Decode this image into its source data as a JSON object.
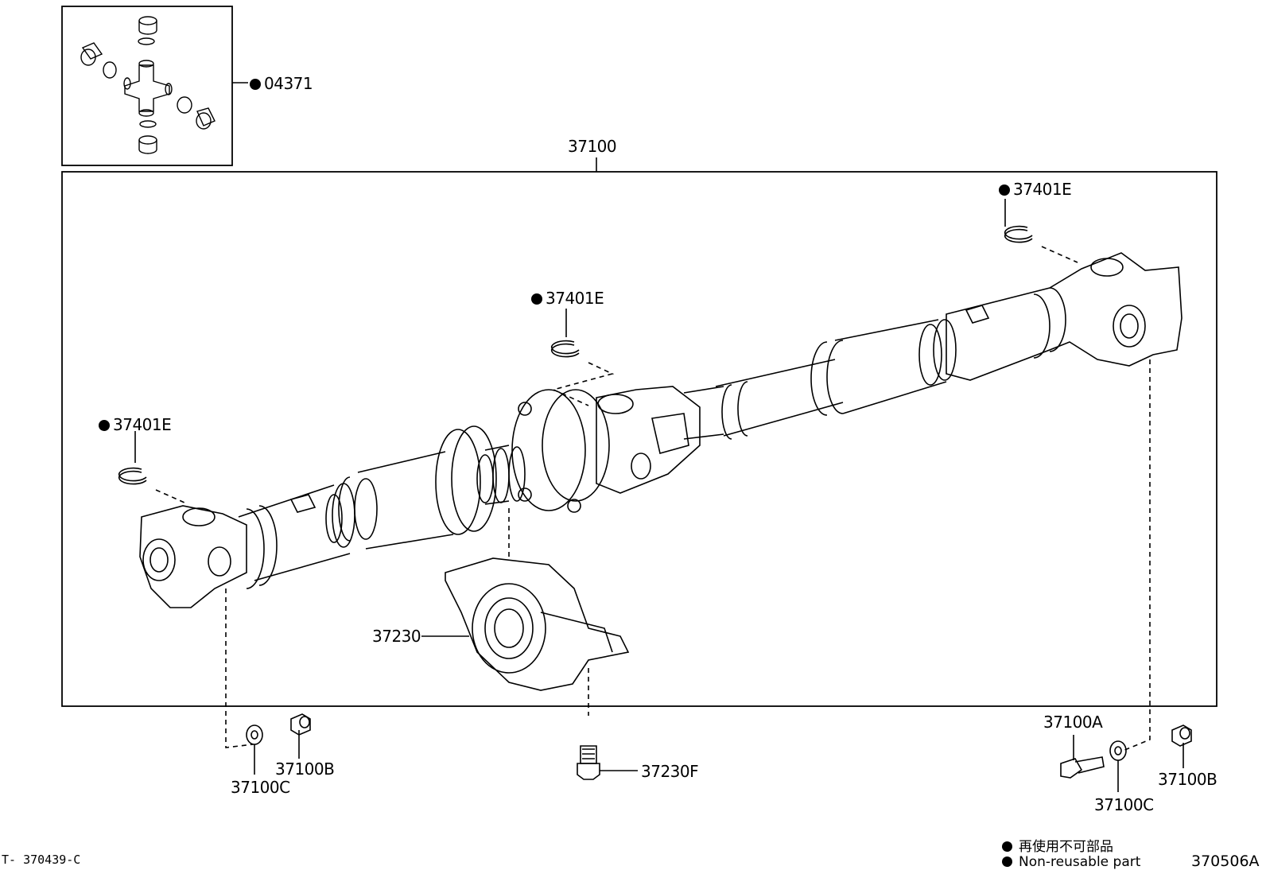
{
  "labels": {
    "kit": "04371",
    "shaft": "37100",
    "snap_ring_right": "37401E",
    "snap_ring_center": "37401E",
    "snap_ring_left": "37401E",
    "center_bearing": "37230",
    "washer_left": "37100C",
    "nut_left": "37100B",
    "bolt_center": "37230F",
    "bolt_right": "37100A",
    "washer_right": "37100C",
    "nut_right": "37100B"
  },
  "legend": {
    "jp": "再使用不可部品",
    "en": "Non-reusable part"
  },
  "footer": {
    "left_code": "T- 370439-C",
    "right_code": "370506A"
  }
}
